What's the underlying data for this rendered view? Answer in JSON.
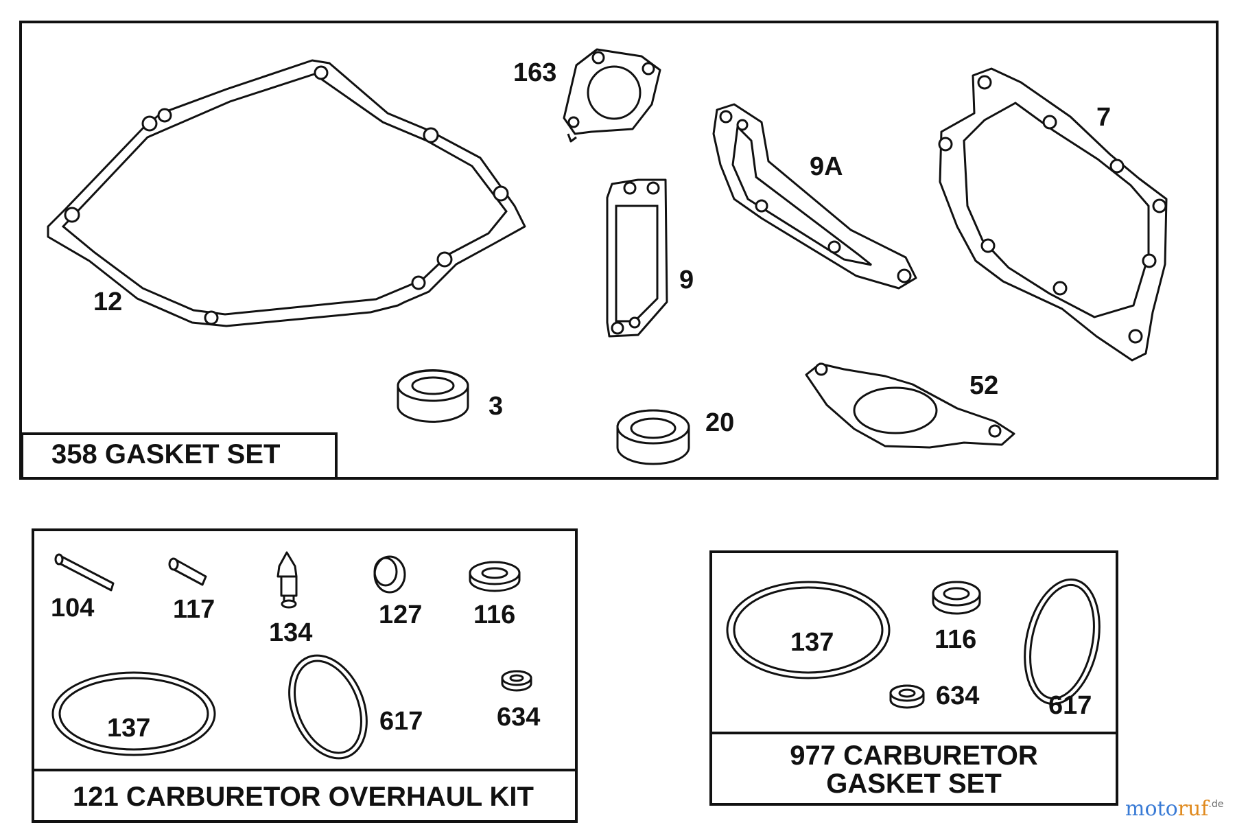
{
  "kits": [
    {
      "title": "358 GASKET SET",
      "parts": [
        "12",
        "163",
        "9",
        "9A",
        "7",
        "3",
        "20",
        "52"
      ]
    },
    {
      "title": "121 CARBURETOR OVERHAUL KIT",
      "parts": [
        "104",
        "117",
        "134",
        "127",
        "116",
        "137",
        "617",
        "634"
      ]
    },
    {
      "title_line1": "977 CARBURETOR",
      "title_line2": "GASKET SET",
      "parts": [
        "137",
        "116",
        "634",
        "617"
      ]
    }
  ],
  "watermark": {
    "brand_a": "moto",
    "brand_b": "ruf",
    "suffix": ".de"
  }
}
